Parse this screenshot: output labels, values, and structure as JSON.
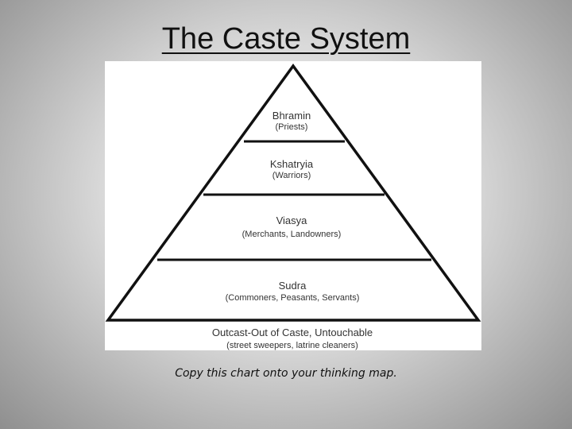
{
  "slide": {
    "title": "The Caste System",
    "caption": "Copy this chart onto your thinking map."
  },
  "pyramid": {
    "tiers": [
      {
        "name": "Bhramin",
        "description": "(Priests)"
      },
      {
        "name": "Kshatryia",
        "description": "(Warriors)"
      },
      {
        "name": "Viasya",
        "description": "(Merchants, Landowners)"
      },
      {
        "name": "Sudra",
        "description": "(Commoners, Peasants, Servants)"
      }
    ],
    "base": {
      "name": "Outcast-Out of Caste, Untouchable",
      "description": "(street sweepers, latrine cleaners)"
    }
  }
}
